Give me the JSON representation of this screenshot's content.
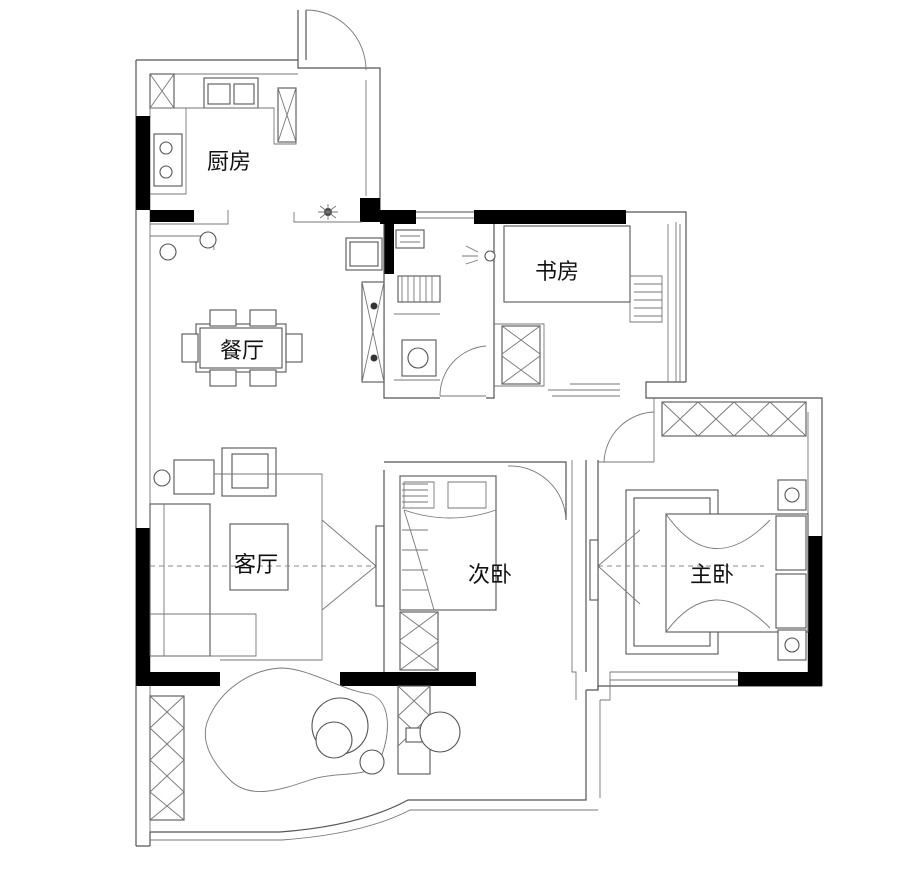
{
  "plan": {
    "rooms": [
      {
        "id": "kitchen",
        "label": "厨房"
      },
      {
        "id": "study",
        "label": "书房"
      },
      {
        "id": "dining",
        "label": "餐厅"
      },
      {
        "id": "living",
        "label": "客厅"
      },
      {
        "id": "second_bedroom",
        "label": "次卧"
      },
      {
        "id": "master_bedroom",
        "label": "主卧"
      }
    ]
  },
  "colors": {
    "wall": "#000000",
    "line": "#555555",
    "background": "#ffffff"
  }
}
